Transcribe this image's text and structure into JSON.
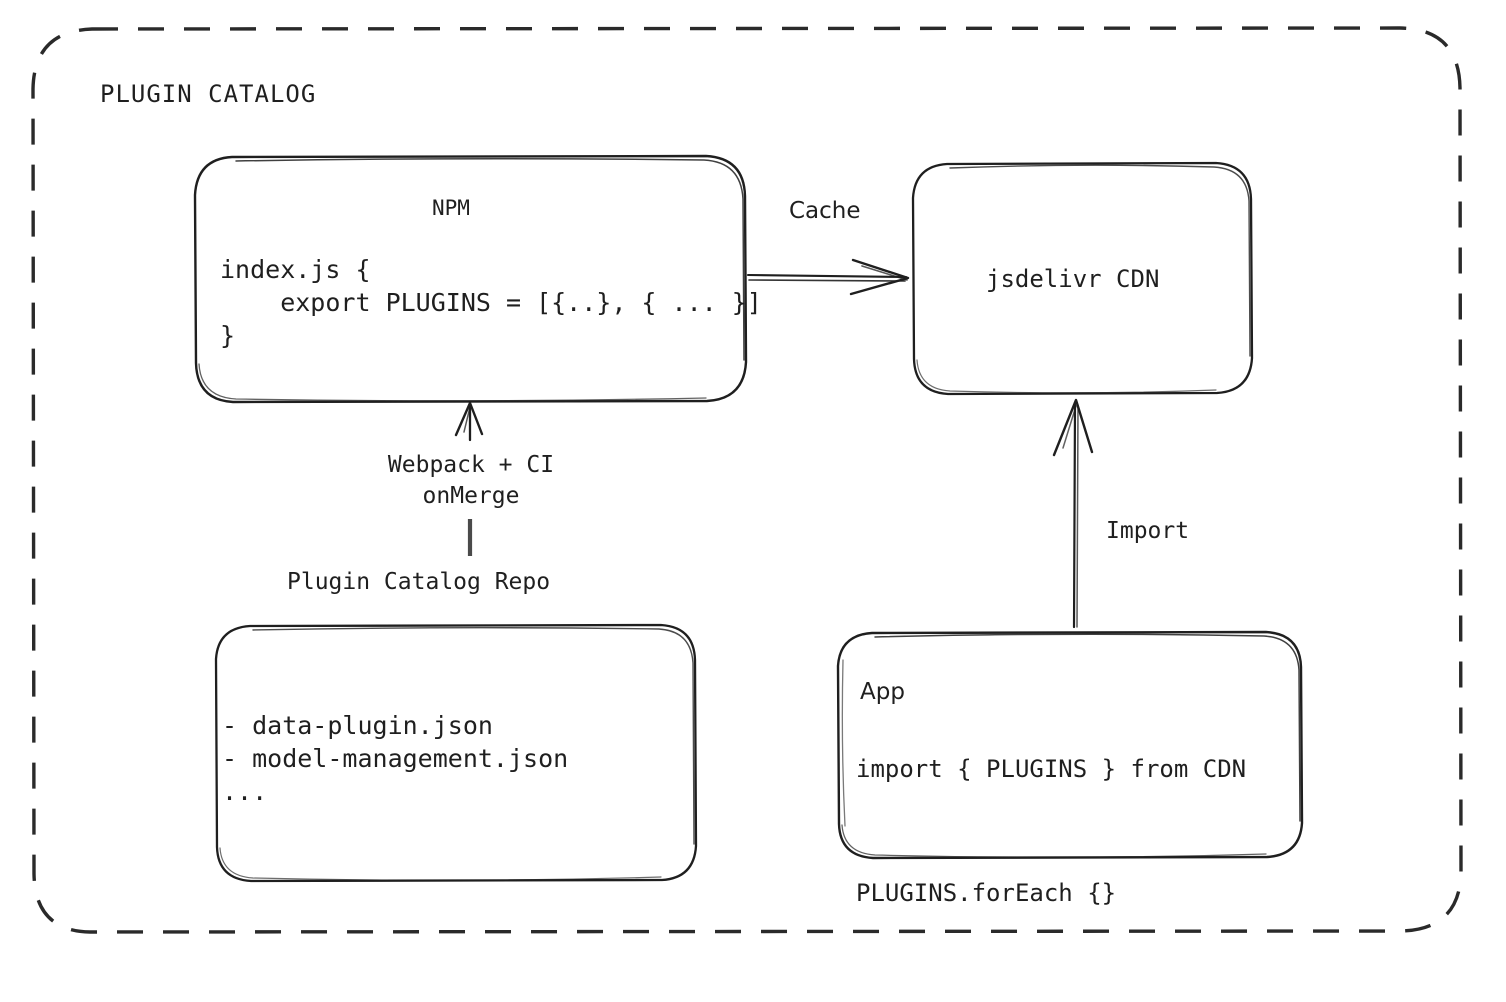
{
  "diagram": {
    "group_title": "PLUGIN CATALOG",
    "nodes": {
      "npm": {
        "title": "NPM",
        "code": "index.js {\n    export PLUGINS = [{..}, { ... }]\n}"
      },
      "cdn": {
        "title": "jsdelivr CDN"
      },
      "repo": {
        "caption": "Plugin Catalog Repo",
        "body": "- data-plugin.json\n- model-management.json\n..."
      },
      "app": {
        "title": "App",
        "code": "import { PLUGINS } from CDN\n\nPLUGINS.forEach {}"
      }
    },
    "edges": {
      "cache": "Cache",
      "webpack": "Webpack + CI\nonMerge",
      "import": "Import"
    },
    "colors": {
      "stroke": "#1f1f1f",
      "background": "#ffffff",
      "text": "#1f1f1f"
    }
  }
}
